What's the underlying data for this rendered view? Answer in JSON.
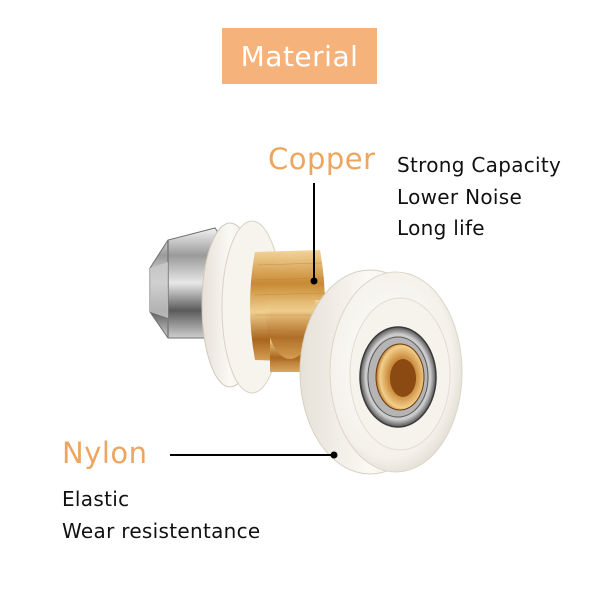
{
  "title": "Material",
  "copper": {
    "label": "Copper",
    "features": [
      "Strong Capacity",
      "Lower Noise",
      "Long life"
    ]
  },
  "nylon": {
    "label": "Nylon",
    "features": [
      "Elastic",
      "Wear resistentance"
    ]
  },
  "colors": {
    "badge_bg": "#f5b27a",
    "label_accent": "#eda65f",
    "text": "#111111"
  }
}
